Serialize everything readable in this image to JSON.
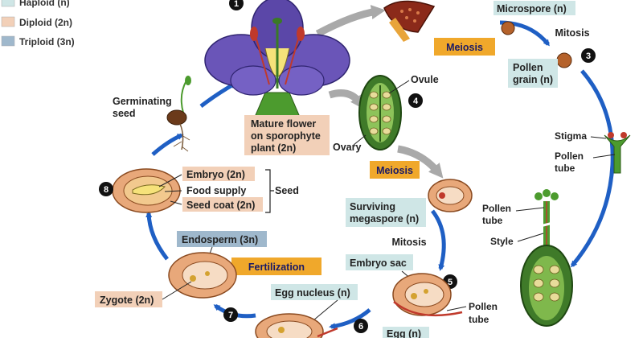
{
  "legend": [
    {
      "label": "Haploid (n)",
      "color": "#cfe6e6"
    },
    {
      "label": "Diploid (2n)",
      "color": "#f2d0b8"
    },
    {
      "label": "Triploid (3n)",
      "color": "#9fb8cc"
    }
  ],
  "steps": {
    "s1": "1",
    "s3": "3",
    "s4": "4",
    "s5": "5",
    "s6": "6",
    "s7": "7",
    "s8": "8"
  },
  "processes": {
    "meiosis_top": "Meiosis",
    "mitosis_top": "Mitosis",
    "meiosis_mid": "Meiosis",
    "mitosis_mid": "Mitosis",
    "fertilization": "Fertilization"
  },
  "labels": {
    "microspore": "Microspore (n)",
    "pollen_grain_1": "Pollen",
    "pollen_grain_2": "grain (n)",
    "ovule": "Ovule",
    "ovary": "Ovary",
    "flower_1": "Mature flower",
    "flower_2": "on sporophyte",
    "flower_3": "plant (2n)",
    "germinating_1": "Germinating",
    "germinating_2": "seed",
    "stigma": "Stigma",
    "pollen_tube_a1": "Pollen",
    "pollen_tube_a2": "tube",
    "pollen_tube_b1": "Pollen",
    "pollen_tube_b2": "tube",
    "style": "Style",
    "surviving_1": "Surviving",
    "surviving_2": "megaspore (n)",
    "embryo_sac": "Embryo sac",
    "pollen_tube_c1": "Pollen",
    "pollen_tube_c2": "tube",
    "egg_nucleus": "Egg nucleus (n)",
    "egg": "Egg (n)",
    "zygote": "Zygote (2n)",
    "endosperm": "Endosperm (3n)",
    "embryo": "Embryo (2n)",
    "food_supply": "Food supply",
    "seed_coat": "Seed coat (2n)",
    "seed": "Seed"
  }
}
